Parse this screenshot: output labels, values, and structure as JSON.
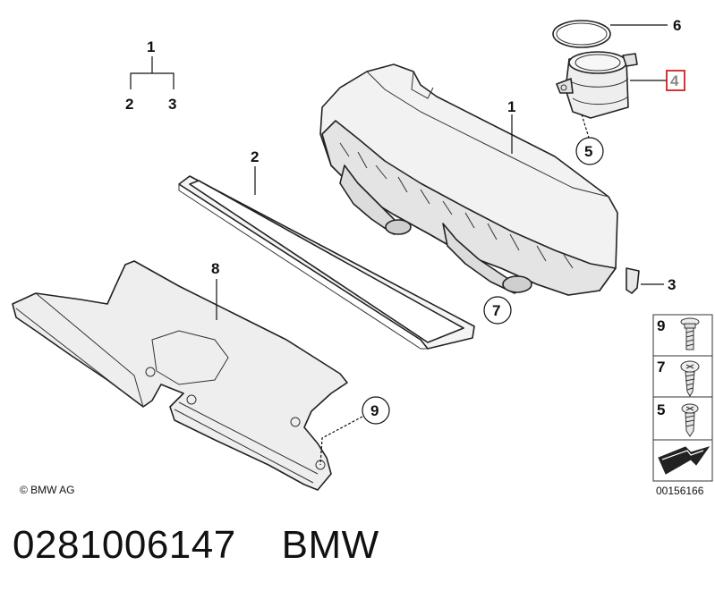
{
  "callouts": {
    "c1_top": "1",
    "c2_top": "2",
    "c3_top": "3",
    "c1_housing": "1",
    "c2_filter": "2",
    "c3_clip": "3",
    "c4_sensor": "4",
    "c5_screw": "5",
    "c6_ring": "6",
    "c7_screw": "7",
    "c8_cover": "8",
    "c9_screw": "9"
  },
  "fastener_legend": [
    {
      "number": "9"
    },
    {
      "number": "7"
    },
    {
      "number": "5"
    }
  ],
  "copyright": "© BMW AG",
  "diagram_id": "00156166",
  "caption": {
    "part_number": "0281006147",
    "brand": "BMW"
  },
  "colors": {
    "highlight_box": "#d42020",
    "ink": "#111111",
    "part_fill": "#f2f2f2",
    "part_shade": "#dcdcdc"
  }
}
